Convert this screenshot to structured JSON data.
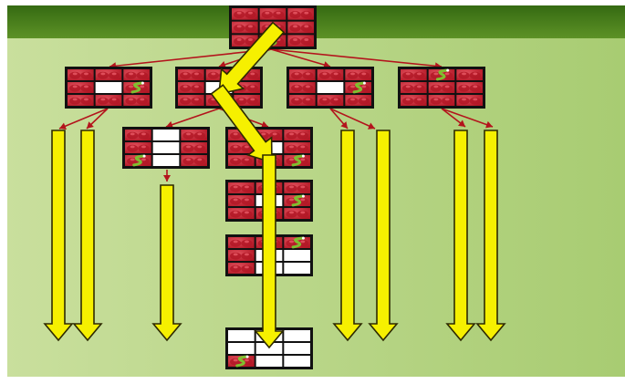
{
  "diagram": {
    "colors": {
      "header_top": "#356a12",
      "header_bottom": "#5d9226",
      "background_left": "#c9df9d",
      "background_right": "#a8cc72",
      "edge": "#b3141c",
      "arrow_fill": "#f6f000",
      "arrow_stroke": "#2e2a00",
      "cell_filled": "#b21826",
      "cell_highlight": "#e2525e",
      "cell_empty": "#ffffff",
      "grid_line": "#111111",
      "worm_body": "#7fbf2f"
    },
    "nodes": [
      {
        "id": "root",
        "grid": [
          [
            1,
            1,
            1
          ],
          [
            1,
            1,
            1
          ],
          [
            1,
            1,
            1
          ]
        ],
        "worm": [
          2,
          1
        ],
        "icon": "cherry-grid-icon"
      },
      {
        "id": "l1-a",
        "grid": [
          [
            1,
            1,
            1
          ],
          [
            1,
            0,
            1
          ],
          [
            1,
            1,
            1
          ]
        ],
        "worm": [
          1,
          2
        ],
        "icon": "cherry-grid-icon"
      },
      {
        "id": "l1-b",
        "grid": [
          [
            1,
            1,
            1
          ],
          [
            1,
            0,
            1
          ],
          [
            1,
            1,
            1
          ]
        ],
        "worm": null,
        "icon": "cherry-grid-icon"
      },
      {
        "id": "l1-c",
        "grid": [
          [
            1,
            1,
            1
          ],
          [
            1,
            0,
            1
          ],
          [
            1,
            1,
            1
          ]
        ],
        "worm": [
          1,
          2
        ],
        "icon": "cherry-grid-icon"
      },
      {
        "id": "l1-d",
        "grid": [
          [
            1,
            1,
            1
          ],
          [
            1,
            1,
            1
          ],
          [
            1,
            1,
            1
          ]
        ],
        "worm": [
          0,
          1
        ],
        "icon": "cherry-grid-icon"
      },
      {
        "id": "l2-a",
        "grid": [
          [
            1,
            0,
            1
          ],
          [
            1,
            0,
            1
          ],
          [
            1,
            0,
            1
          ]
        ],
        "worm": [
          2,
          0
        ],
        "icon": "cherry-grid-icon"
      },
      {
        "id": "l2-b",
        "grid": [
          [
            1,
            1,
            1
          ],
          [
            1,
            0,
            1
          ],
          [
            1,
            1,
            1
          ]
        ],
        "worm": [
          2,
          2
        ],
        "icon": "cherry-grid-icon"
      },
      {
        "id": "l3",
        "grid": [
          [
            1,
            1,
            1
          ],
          [
            1,
            0,
            1
          ],
          [
            1,
            1,
            1
          ]
        ],
        "worm": [
          1,
          2
        ],
        "icon": "cherry-grid-icon"
      },
      {
        "id": "l4",
        "grid": [
          [
            1,
            1,
            1
          ],
          [
            1,
            0,
            0
          ],
          [
            1,
            0,
            0
          ]
        ],
        "worm": [
          0,
          2
        ],
        "icon": "cherry-grid-icon"
      },
      {
        "id": "leaf",
        "grid": [
          [
            0,
            0,
            0
          ],
          [
            0,
            0,
            0
          ],
          [
            1,
            0,
            0
          ]
        ],
        "worm": [
          2,
          0
        ],
        "icon": "cherry-grid-icon"
      }
    ]
  }
}
